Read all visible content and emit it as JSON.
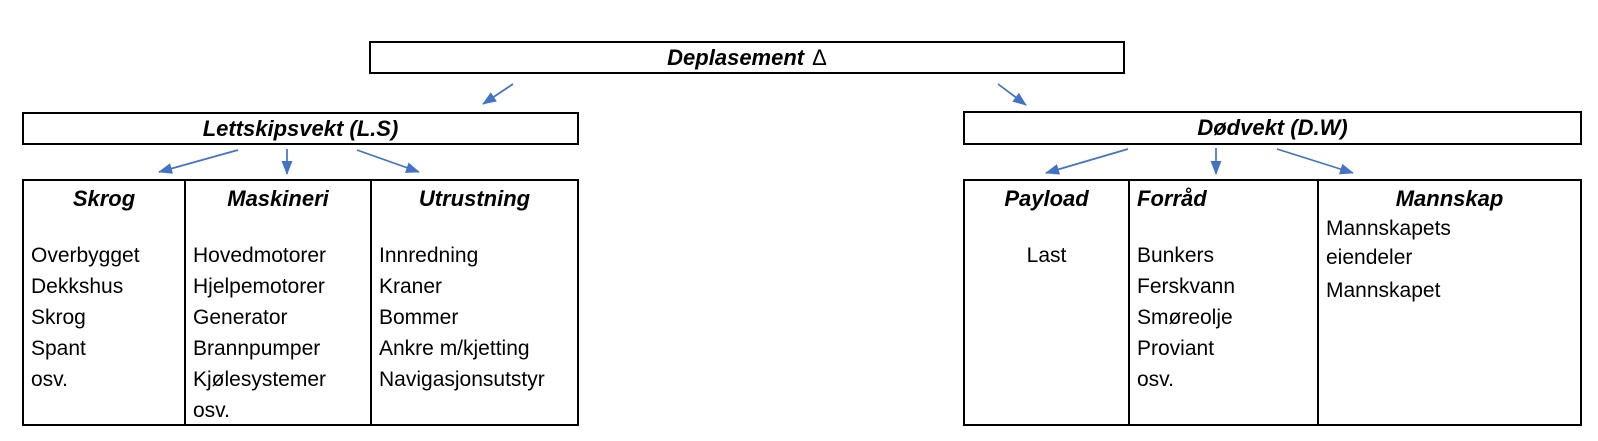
{
  "colors": {
    "arrow": "#4472c4",
    "border": "#000000",
    "background": "#ffffff",
    "text": "#000000"
  },
  "root_box": {
    "label": "Deplasement",
    "symbol": "Δ"
  },
  "left_branch": {
    "title": "Lettskipsvekt (L.S)",
    "columns": [
      {
        "header": "Skrog",
        "items": [
          "Overbygget",
          "Dekkshus",
          "Skrog",
          "Spant",
          "osv."
        ]
      },
      {
        "header": "Maskineri",
        "items": [
          "Hovedmotorer",
          "Hjelpemotorer",
          "Generator",
          "Brannpumper",
          "Kjølesystemer",
          "osv."
        ]
      },
      {
        "header": "Utrustning",
        "items": [
          "Innredning",
          "Kraner",
          "Bommer",
          "Ankre m/kjetting",
          "Navigasjonsutstyr"
        ]
      }
    ]
  },
  "right_branch": {
    "title": "Dødvekt (D.W)",
    "columns": [
      {
        "header": "Payload",
        "items": [
          "Last"
        ]
      },
      {
        "header": "Forråd",
        "items": [
          "Bunkers",
          "Ferskvann",
          "Smøreolje",
          "Proviant",
          "osv."
        ]
      },
      {
        "header": "Mannskap",
        "items": [
          "Mannskapets eiendeler",
          "Mannskapet"
        ]
      }
    ]
  }
}
